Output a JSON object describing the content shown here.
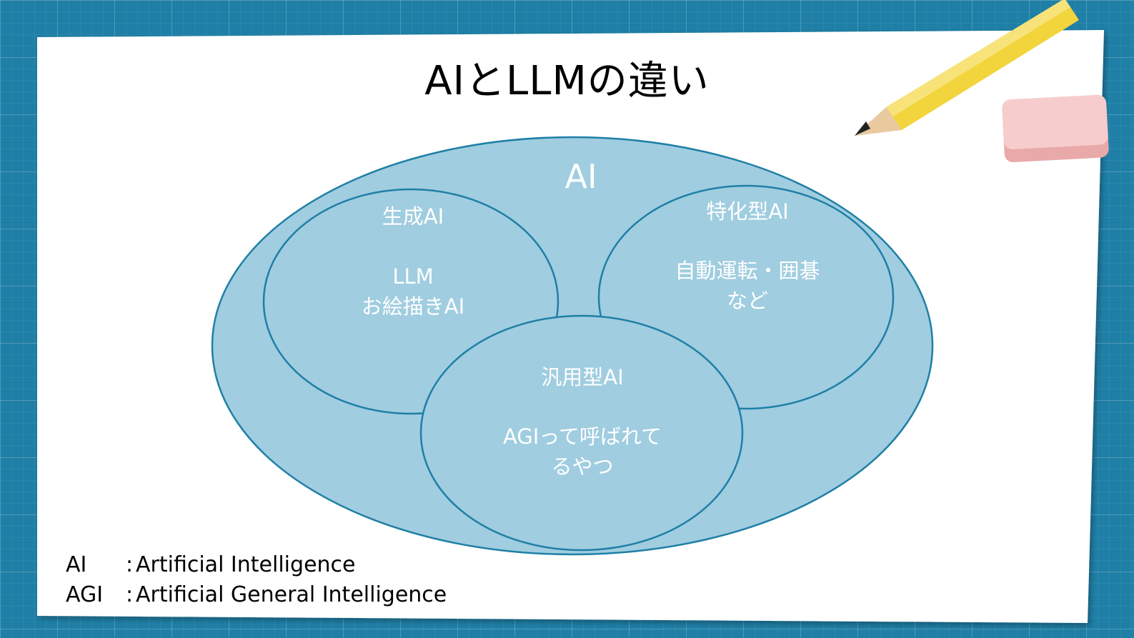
{
  "title": "AIとLLMの違い",
  "venn": {
    "outer_label": "AI",
    "generative": {
      "heading": "生成AI",
      "examples": [
        "LLM",
        "お絵描きAI"
      ]
    },
    "specialized": {
      "heading": "特化型AI",
      "examples": [
        "自動運転・囲碁",
        "など"
      ]
    },
    "general": {
      "heading": "汎用型AI",
      "examples": [
        "AGIって呼ばれて",
        "るやつ"
      ]
    }
  },
  "glossary": [
    {
      "term": "AI",
      "separator": ":",
      "definition": "Artificial Intelligence"
    },
    {
      "term": "AGI",
      "separator": ":",
      "definition": "Artificial General Intelligence"
    }
  ],
  "colors": {
    "background": "#1f7fa6",
    "paper": "#ffffff",
    "ellipse_fill": "#a0cde0",
    "ellipse_stroke": "#1f7fa6",
    "venn_text": "#ffffff",
    "pencil": "#f2d43c",
    "eraser": "#f3c2c2"
  },
  "decorations": {
    "pencil": "pencil-icon",
    "eraser": "eraser-icon"
  }
}
